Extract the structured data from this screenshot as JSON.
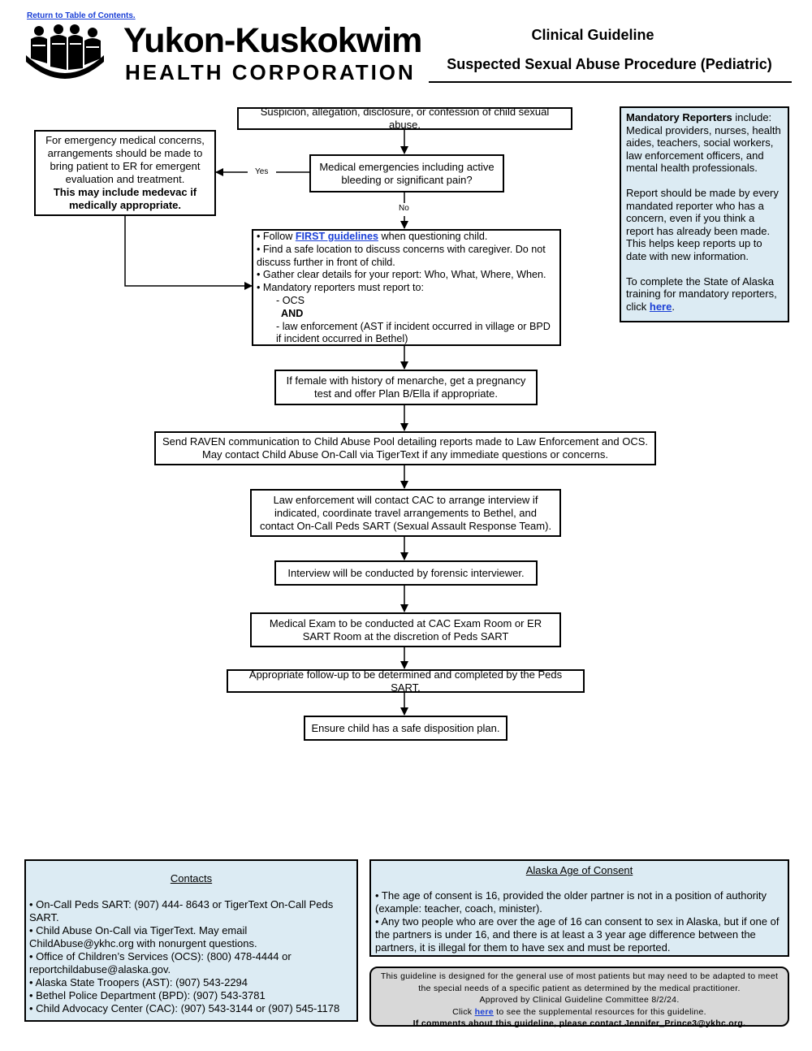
{
  "toc_link": "Return to Table of Contents.",
  "logo": {
    "name": "Yukon-Kuskokwim",
    "subtitle": "HEALTH CORPORATION"
  },
  "header": {
    "title": "Clinical Guideline",
    "subtitle": "Suspected Sexual Abuse Procedure (Pediatric)"
  },
  "flow": {
    "start": "Suspicion, allegation, disclosure, or confession of child sexual abuse.",
    "emergency_question": "Medical emergencies including active bleeding or significant pain?",
    "yes_label": "Yes",
    "no_label": "No",
    "emergency_box_text": "For emergency medical concerns, arrangements should be made to bring patient to ER for emergent evaluation and treatment.",
    "emergency_box_bold": "This may include medevac if medically appropriate.",
    "steps": {
      "b1_pre": "• Follow ",
      "b1_link": "FIRST guidelines",
      "b1_post": " when questioning child.",
      "b2": "• Find a safe location to discuss concerns with caregiver. Do not discuss further in front of child.",
      "b3": "• Gather clear details for your report: Who, What, Where, When.",
      "b4": "• Mandatory reporters must report to:",
      "ocs": "- OCS",
      "and": "AND",
      "law": "- law enforcement (AST if incident occurred in village or BPD if incident occurred in Bethel)"
    },
    "pregnancy": "If female with history of menarche, get a pregnancy test and offer Plan B/Ella if appropriate.",
    "raven": "Send RAVEN communication to Child Abuse Pool detailing reports made to Law Enforcement and OCS. May contact Child Abuse On-Call via TigerText if any immediate questions or concerns.",
    "law_enforcement": "Law enforcement will contact CAC to arrange interview if indicated, coordinate travel arrangements to Bethel, and contact On-Call Peds SART (Sexual Assault Response Team).",
    "interview": "Interview will be conducted by forensic interviewer.",
    "exam": "Medical Exam to be conducted at CAC Exam Room or ER SART Room at the discretion of Peds SART",
    "followup": "Appropriate follow-up to be determined and completed by the Peds SART.",
    "disposition": "Ensure child has a safe disposition plan."
  },
  "mandatory": {
    "heading": "Mandatory Reporters",
    "p1_rest": " include: Medical providers, nurses, health aides, teachers, social workers, law enforcement officers, and mental health professionals.",
    "p2": "Report should be made by every mandated reporter who has a concern, even if you think a report has already been made. This helps keep reports up to date with new information.",
    "p3_pre": "To complete the State of Alaska training for mandatory reporters, click ",
    "p3_link": "here",
    "p3_post": "."
  },
  "contacts": {
    "title": "Contacts",
    "items": [
      "• On-Call Peds SART: (907) 444- 8643 or TigerText On-Call Peds SART.",
      "• Child Abuse On-Call via TigerText. May email ChildAbuse@ykhc.org with nonurgent questions.",
      "• Office of Children’s Services (OCS): (800) 478-4444 or reportchildabuse@alaska.gov.",
      "• Alaska State Troopers (AST): (907) 543-2294",
      "• Bethel Police Department (BPD): (907) 543-3781",
      "• Child Advocacy Center (CAC): (907) 543-3144 or (907) 545-1178"
    ]
  },
  "consent": {
    "title": "Alaska Age of Consent",
    "items": [
      "• The age of consent is 16, provided the older partner is not in a position of authority (example: teacher, coach, minister).",
      "• Any two people who are over the age of 16 can consent to sex in Alaska, but if one of the partners is under 16, and there is at least a 3 year age difference between the partners, it is illegal for them to have sex and must be reported."
    ]
  },
  "disclaimer": {
    "line1": "This guideline is designed for the general use of most patients but may need to be adapted to meet the special needs of a specific patient as determined by the medical practitioner.",
    "line2": "Approved by Clinical Guideline Committee 8/2/24.",
    "line3_pre": "Click ",
    "line3_link": "here",
    "line3_post": " to see the supplemental resources for this guideline.",
    "line4": "If comments about this guideline, please contact Jennifer_Prince3@ykhc.org."
  }
}
